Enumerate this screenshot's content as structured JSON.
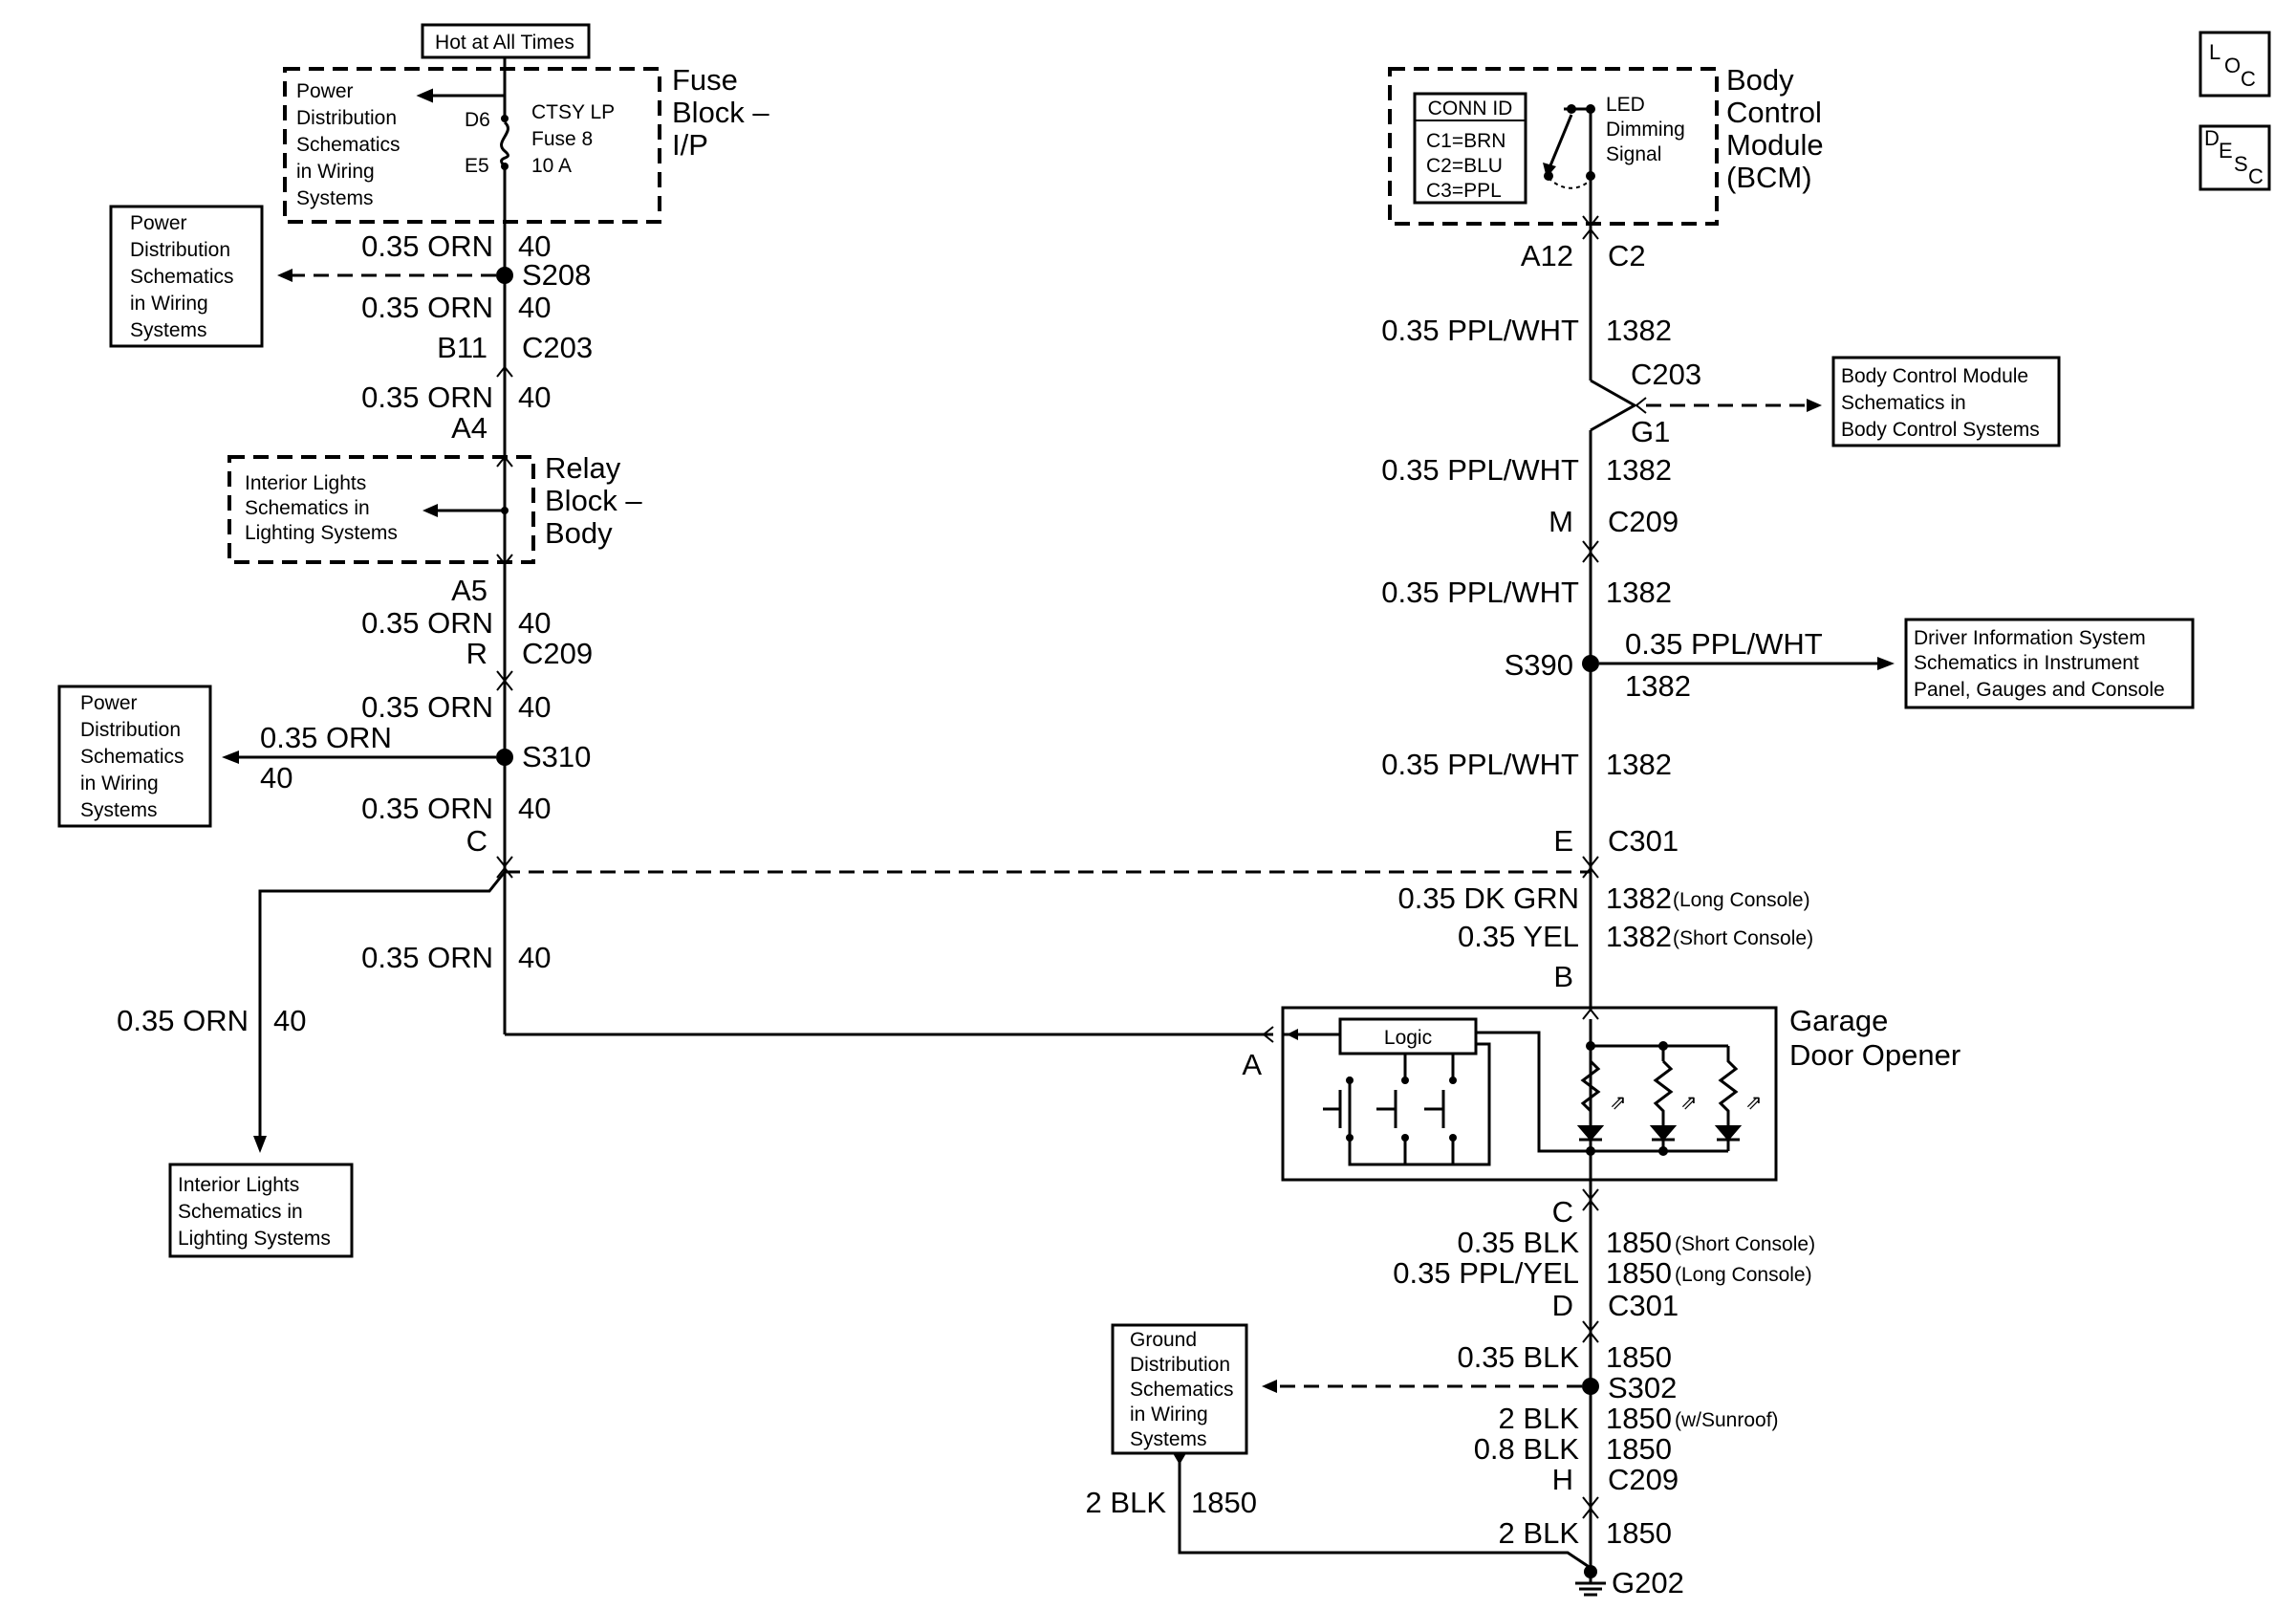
{
  "icons": {
    "loc": "loc-icon",
    "desc": "desc-icon",
    "ground": "ground-icon"
  },
  "icon_text": {
    "loc": [
      "L",
      "O",
      "C"
    ],
    "desc": [
      "D",
      "E",
      "S",
      "C"
    ]
  },
  "top": {
    "hot": "Hot at All Times"
  },
  "fuse_block": {
    "title": [
      "Fuse",
      "Block –",
      "I/P"
    ],
    "ref": [
      "Power",
      "Distribution",
      "Schematics",
      "in Wiring",
      "Systems"
    ],
    "pin_in": "D6",
    "pin_out": "E5",
    "fuse": [
      "CTSY LP",
      "Fuse 8",
      "10 A"
    ]
  },
  "left": {
    "w1_size": "0.35 ORN",
    "w1_circ": "40",
    "s208": "S208",
    "w2_size": "0.35 ORN",
    "w2_circ": "40",
    "c203_pin": "B11",
    "c203": "C203",
    "w3_size": "0.35 ORN",
    "w3_circ": "40",
    "relay_pin_in": "A4",
    "relay_title": [
      "Relay",
      "Block –",
      "Body"
    ],
    "relay_ref": [
      "Interior Lights",
      "Schematics in",
      "Lighting Systems"
    ],
    "relay_pin_out": "A5",
    "w4_size": "0.35 ORN",
    "w4_circ": "40",
    "c209_pin": "R",
    "c209": "C209",
    "w5_size": "0.35 ORN",
    "w5_circ": "40",
    "s310": "S310",
    "s310_branch_size": "0.35 ORN",
    "s310_branch_circ": "40",
    "w6_size": "0.35 ORN",
    "w6_circ": "40",
    "c301_pin": "C",
    "w7_size": "0.35 ORN",
    "w7_circ": "40",
    "w8_size": "0.35 ORN",
    "w8_circ": "40",
    "ref_s208": [
      "Power",
      "Distribution",
      "Schematics",
      "in Wiring",
      "Systems"
    ],
    "ref_s310": [
      "Power",
      "Distribution",
      "Schematics",
      "in Wiring",
      "Systems"
    ],
    "ref_interior": [
      "Interior Lights",
      "Schematics in",
      "Lighting Systems"
    ]
  },
  "bcm": {
    "title": [
      "Body",
      "Control",
      "Module",
      "(BCM)"
    ],
    "conn_id": "CONN ID",
    "conn_list": [
      "C1=BRN",
      "C2=BLU",
      "C3=PPL"
    ],
    "signal": [
      "LED",
      "Dimming",
      "Signal"
    ],
    "pin": "A12",
    "conn": "C2"
  },
  "right": {
    "w1_size": "0.35 PPL/WHT",
    "w1_circ": "1382",
    "c203": "C203",
    "g1": "G1",
    "bcm_ref": [
      "Body Control Module",
      "Schematics in",
      "Body Control Systems"
    ],
    "w2_size": "0.35 PPL/WHT",
    "w2_circ": "1382",
    "c209_pin": "M",
    "c209": "C209",
    "w3_size": "0.35 PPL/WHT",
    "w3_circ": "1382",
    "s390": "S390",
    "s390_branch_size": "0.35 PPL/WHT",
    "s390_branch_circ": "1382",
    "dis_ref": [
      "Driver Information System",
      "Schematics in Instrument",
      "Panel, Gauges and Console"
    ],
    "w4_size": "0.35 PPL/WHT",
    "w4_circ": "1382",
    "c301_pin": "E",
    "c301": "C301",
    "w5a_size": "0.35 DK GRN",
    "w5a_circ": "1382",
    "w5a_note": "(Long Console)",
    "w5b_size": "0.35 YEL",
    "w5b_circ": "1382",
    "w5b_note": "(Short Console)",
    "gdo_pin_b": "B"
  },
  "gdo": {
    "title": [
      "Garage",
      "Door Opener"
    ],
    "logic": "Logic",
    "pin_a": "A",
    "pin_c": "C"
  },
  "ground": {
    "w1a_size": "0.35 BLK",
    "w1a_circ": "1850",
    "w1a_note": "(Short Console)",
    "w1b_size": "0.35 PPL/YEL",
    "w1b_circ": "1850",
    "w1b_note": "(Long Console)",
    "c301_pin": "D",
    "c301": "C301",
    "w2_size": "0.35 BLK",
    "w2_circ": "1850",
    "s302": "S302",
    "ref": [
      "Ground",
      "Distribution",
      "Schematics",
      "in Wiring",
      "Systems"
    ],
    "w3_size": "2 BLK",
    "w3_circ": "1850",
    "w3_note": "(w/Sunroof)",
    "w4_size": "0.8 BLK",
    "w4_circ": "1850",
    "c209_pin": "H",
    "c209": "C209",
    "w5_size": "2 BLK",
    "w5_circ": "1850",
    "branch_size": "2 BLK",
    "branch_circ": "1850",
    "g202": "G202"
  }
}
